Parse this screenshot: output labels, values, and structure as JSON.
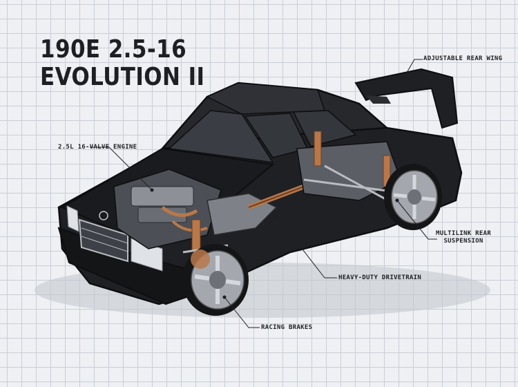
{
  "title": {
    "line1": "190E 2.5-16",
    "line2": "EVOLUTION II"
  },
  "callouts": {
    "rear_wing": "ADJUSTABLE REAR WING",
    "engine": "2.5L 16-VALVE ENGINE",
    "rear_suspension_line1": "MULTILINK REAR",
    "rear_suspension_line2": "SUSPENSION",
    "drivetrain": "HEAVY-DUTY DRIVETRAIN",
    "brakes": "RACING BRAKES"
  },
  "colors": {
    "background": "#eef0f3",
    "grid": "#c9ced6",
    "car_body": "#1f2024",
    "accent_copper": "#b8784a",
    "text": "#1d1f22"
  }
}
